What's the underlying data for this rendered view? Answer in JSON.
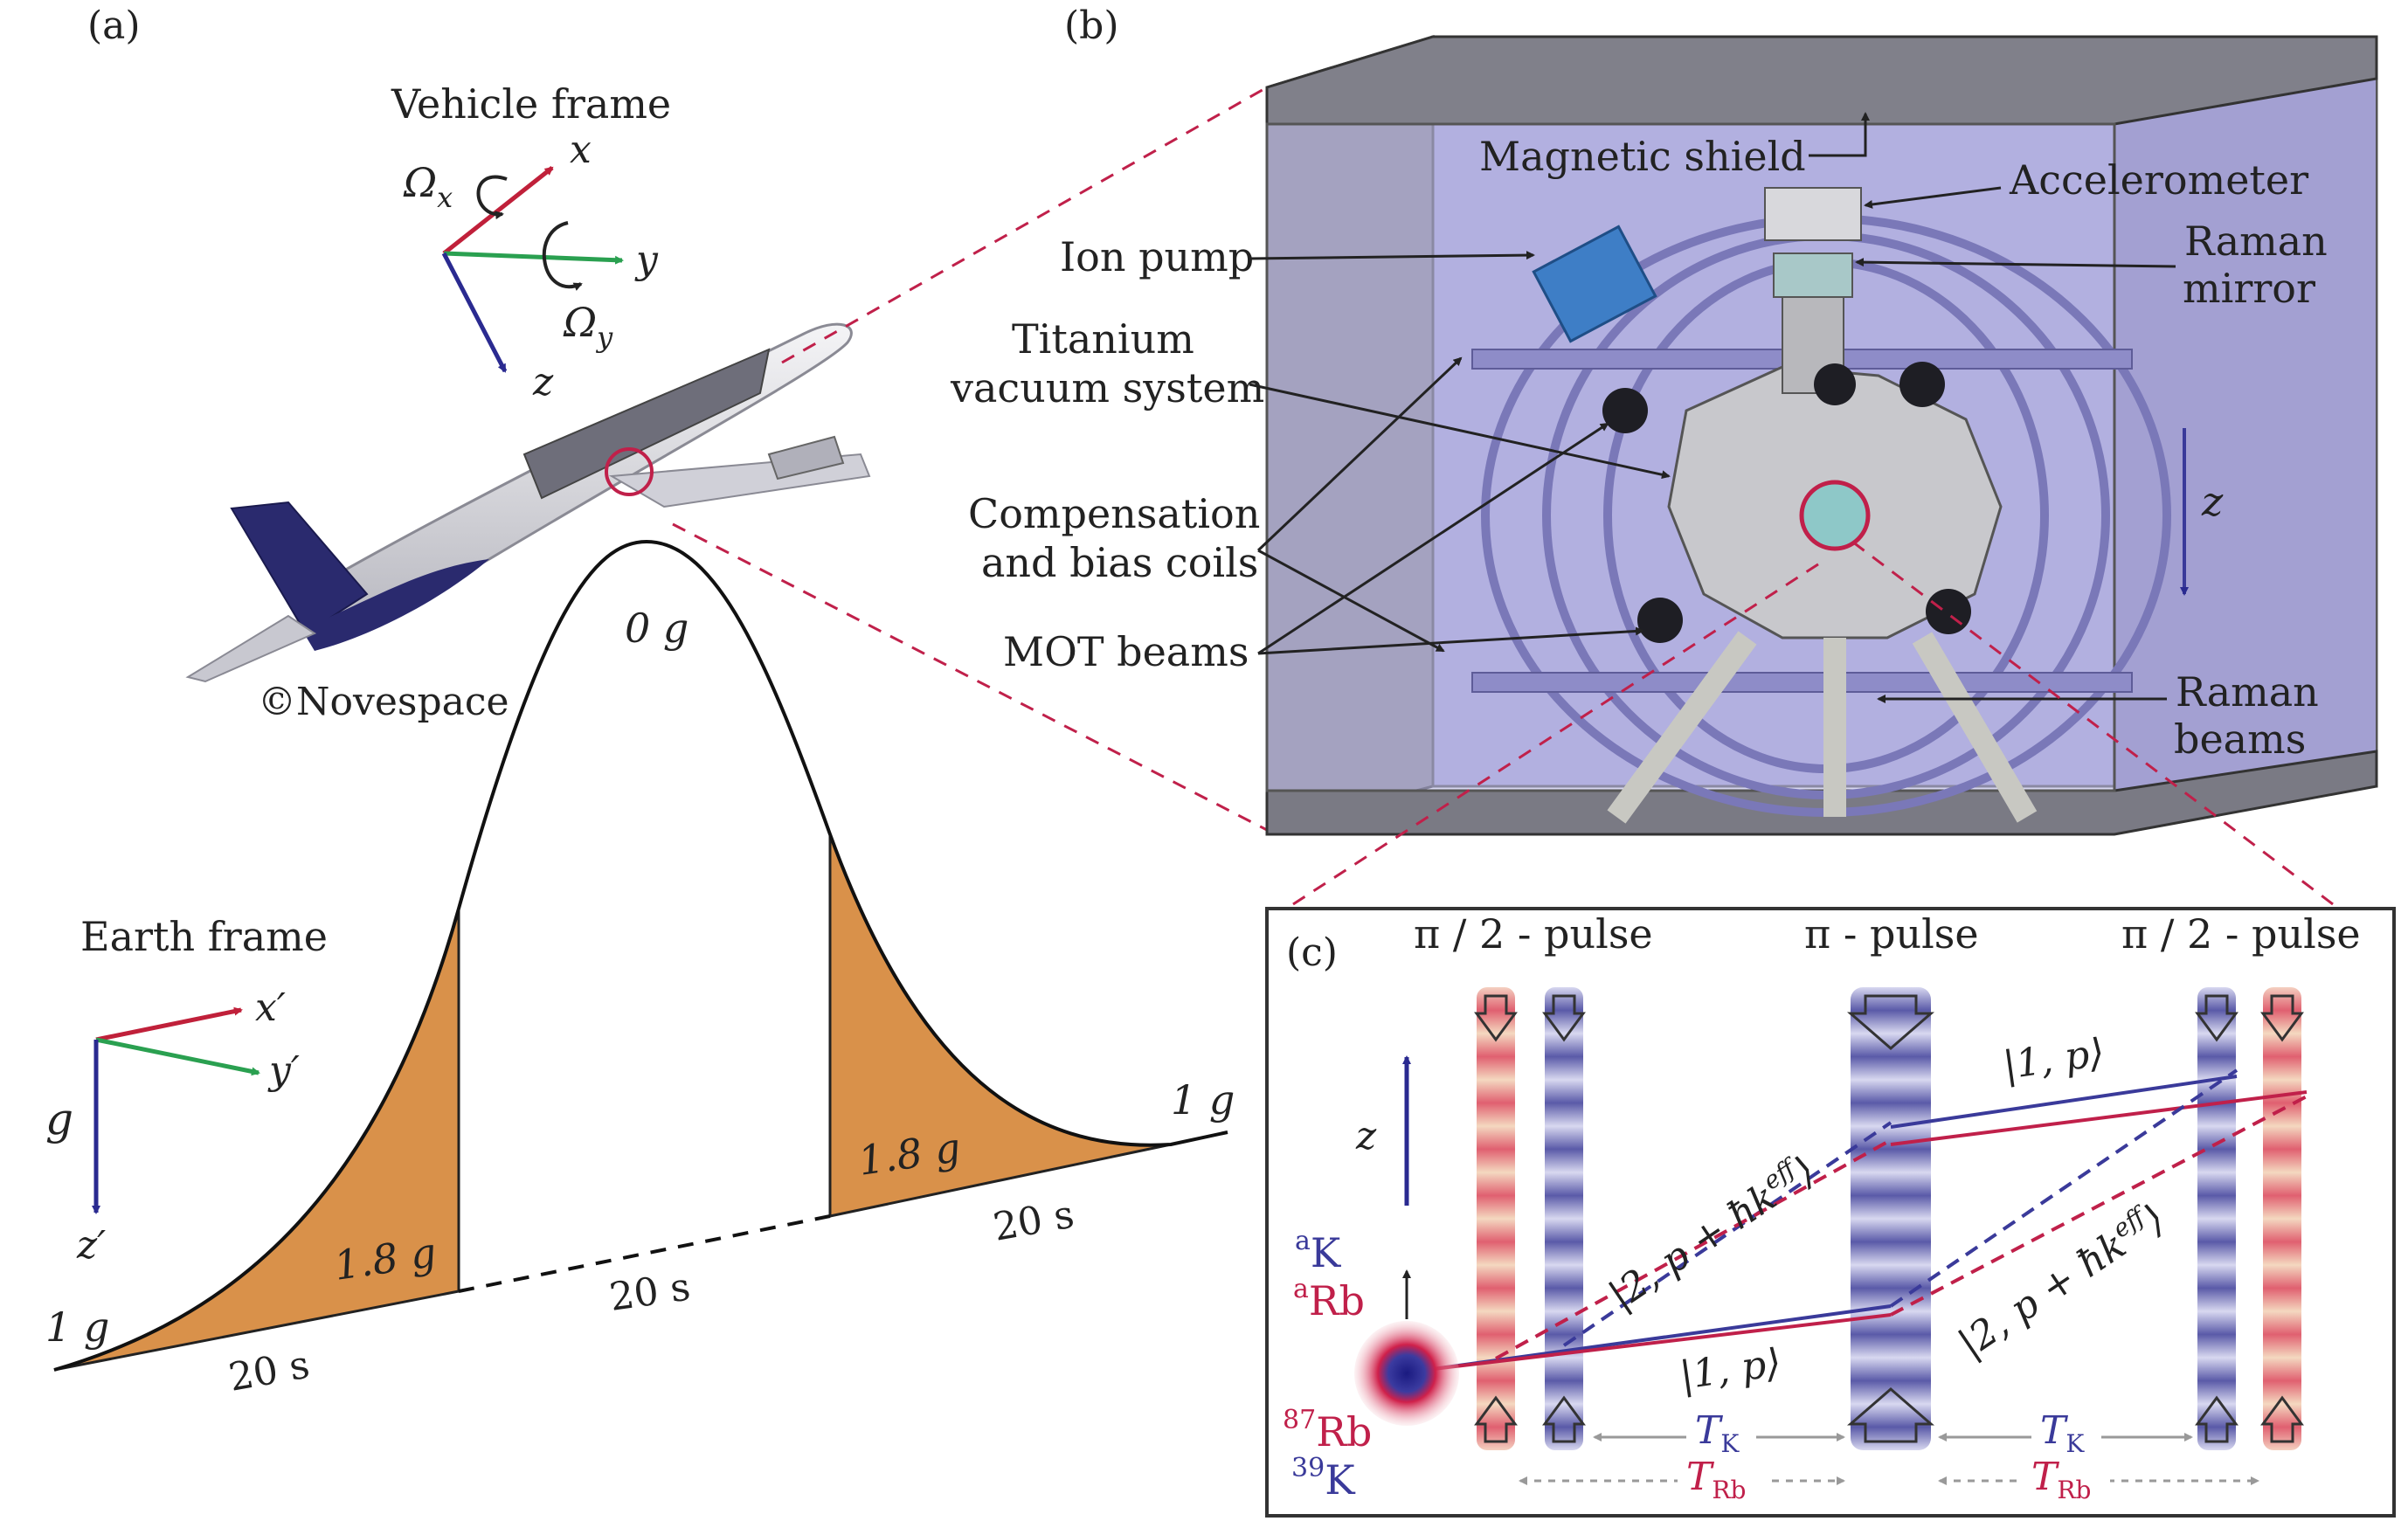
{
  "panels": {
    "a": "(a)",
    "b": "(b)",
    "c": "(c)"
  },
  "panel_a": {
    "vehicle_frame": "Vehicle frame",
    "vehicle_axes": {
      "x": "x",
      "y": "y",
      "z": "z"
    },
    "omega_x": "Ω",
    "omega_x_sub": "x",
    "omega_y": "Ω",
    "omega_y_sub": "y",
    "copyright": "©Novespace",
    "earth_frame": "Earth frame",
    "earth_axes": {
      "x": "x′",
      "y": "y′",
      "z": "z′",
      "g": "g"
    },
    "parabola": {
      "top_label": "0 g",
      "left_start": "1 g",
      "right_end": "1 g",
      "left_pullup": "1.8 g",
      "right_pullout": "1.8 g",
      "duration_left": "20 s",
      "duration_mid": "20 s",
      "duration_right": "20 s"
    }
  },
  "panel_b": {
    "labels": {
      "magnetic_shield": "Magnetic shield",
      "accelerometer": "Accelerometer",
      "ion_pump": "Ion pump",
      "raman_mirror_1": "Raman",
      "raman_mirror_2": "mirror",
      "titanium_1": "Titanium",
      "titanium_2": "vacuum system",
      "coils_1": "Compensation",
      "coils_2": "and bias coils",
      "mot": "MOT beams",
      "raman_beams_1": "Raman",
      "raman_beams_2": "beams",
      "z": "z"
    }
  },
  "panel_c": {
    "pulse_left": "π / 2 - pulse",
    "pulse_mid": "π - pulse",
    "pulse_right": "π / 2 - pulse",
    "z": "z",
    "aK": "K",
    "aK_sup": "a",
    "aRb": "Rb",
    "aRb_sup": "a",
    "rb87": "Rb",
    "rb87_sup": "87",
    "k39": "K",
    "k39_sup": "39",
    "state_1p": "|1, p⟩",
    "state_1p_lower": "|1, p⟩",
    "state_2p_upper": "|2, p + ħk",
    "state_2p_upper_sup": "eff",
    "state_2p_lower": "|2, p + ħk",
    "state_2p_lower_sup": "eff",
    "ket_close": "⟩",
    "TK": "T",
    "TK_sub": "K",
    "TRb": "T",
    "TRb_sub": "Rb"
  },
  "colors": {
    "potassium": "#3a3a9a",
    "rubidium": "#c0204a",
    "earth_x": "#c0203a",
    "earth_y": "#2aa050",
    "earth_z": "#2a2a90",
    "area_fill": "#d9914a",
    "chamber": "#a9a6d6"
  }
}
